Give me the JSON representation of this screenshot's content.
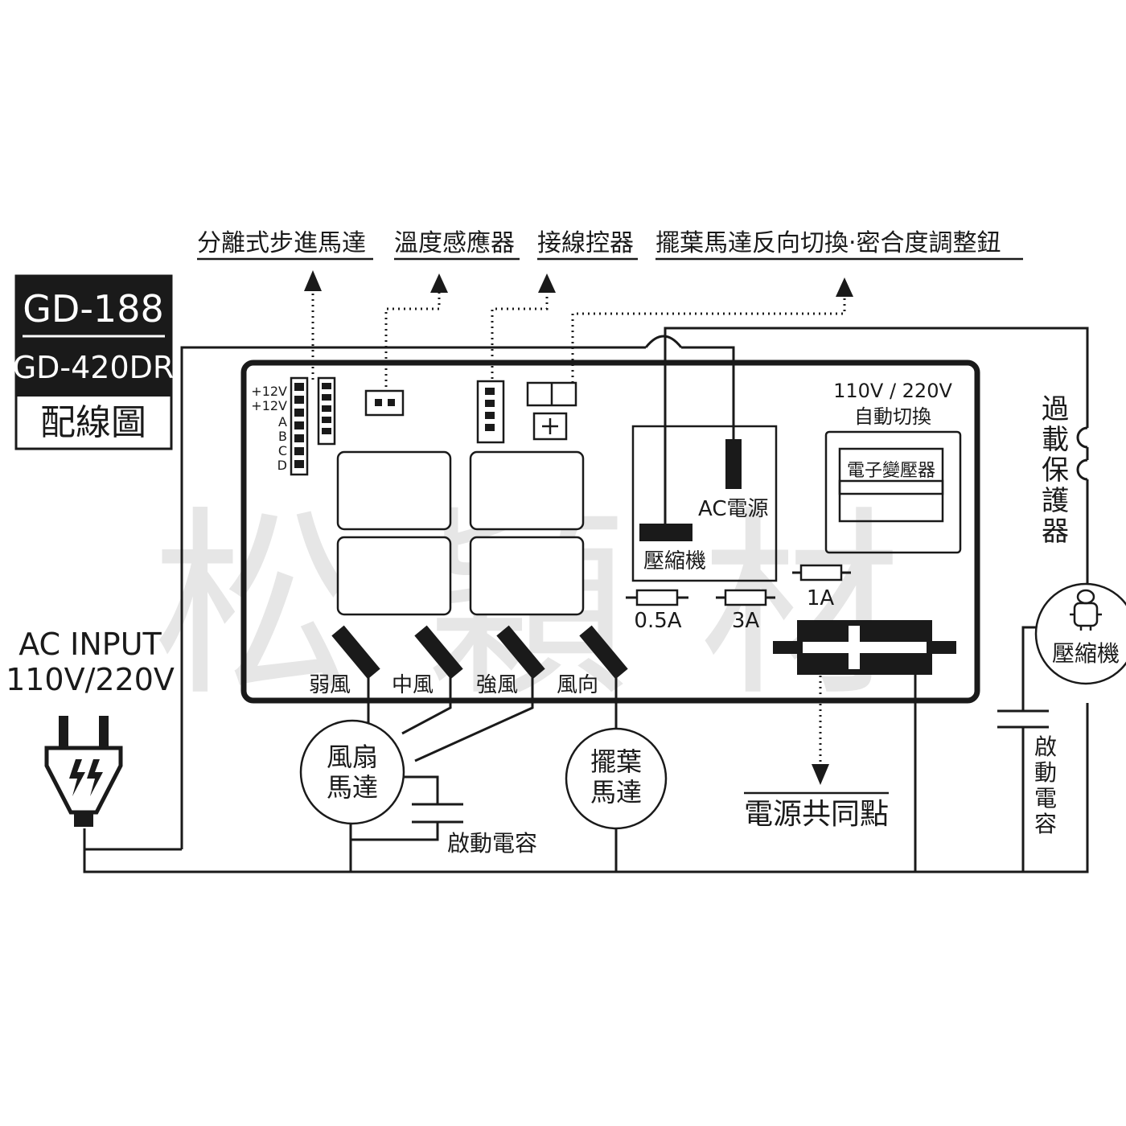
{
  "title_box": {
    "model_1": "GD-188",
    "model_2": "GD-420DR",
    "caption": "配線圖"
  },
  "top_labels": {
    "stepper": "分離式步進馬達",
    "temp_sensor": "溫度感應器",
    "wired_controller": "接線控器",
    "swing_reverse": "擺葉馬達反向切換‧密合度調整鈕"
  },
  "connector_pins": [
    "+12V",
    "+12V",
    "A",
    "B",
    "C",
    "D"
  ],
  "board": {
    "auto_switch_line1": "110V / 220V",
    "auto_switch_line2": "自動切換",
    "transformer": "電子變壓器",
    "ac_power": "AC電源",
    "compressor_relay": "壓縮機",
    "fuses": [
      "0.5A",
      "3A",
      "1A"
    ],
    "relays": [
      "弱風",
      "中風",
      "強風",
      "風向"
    ]
  },
  "ac_input": {
    "line1": "AC INPUT",
    "line2": "110V/220V"
  },
  "overload": [
    "過",
    "載",
    "保",
    "護",
    "器"
  ],
  "compressor_motor": "壓縮機",
  "fan_motor": [
    "風扇",
    "馬達"
  ],
  "swing_motor": [
    "擺葉",
    "馬達"
  ],
  "start_capacitor_fan": "啟動電容",
  "start_capacitor_comp": [
    "啟",
    "動",
    "電",
    "容"
  ],
  "common_point": "電源共同點",
  "watermark": "松穎材"
}
